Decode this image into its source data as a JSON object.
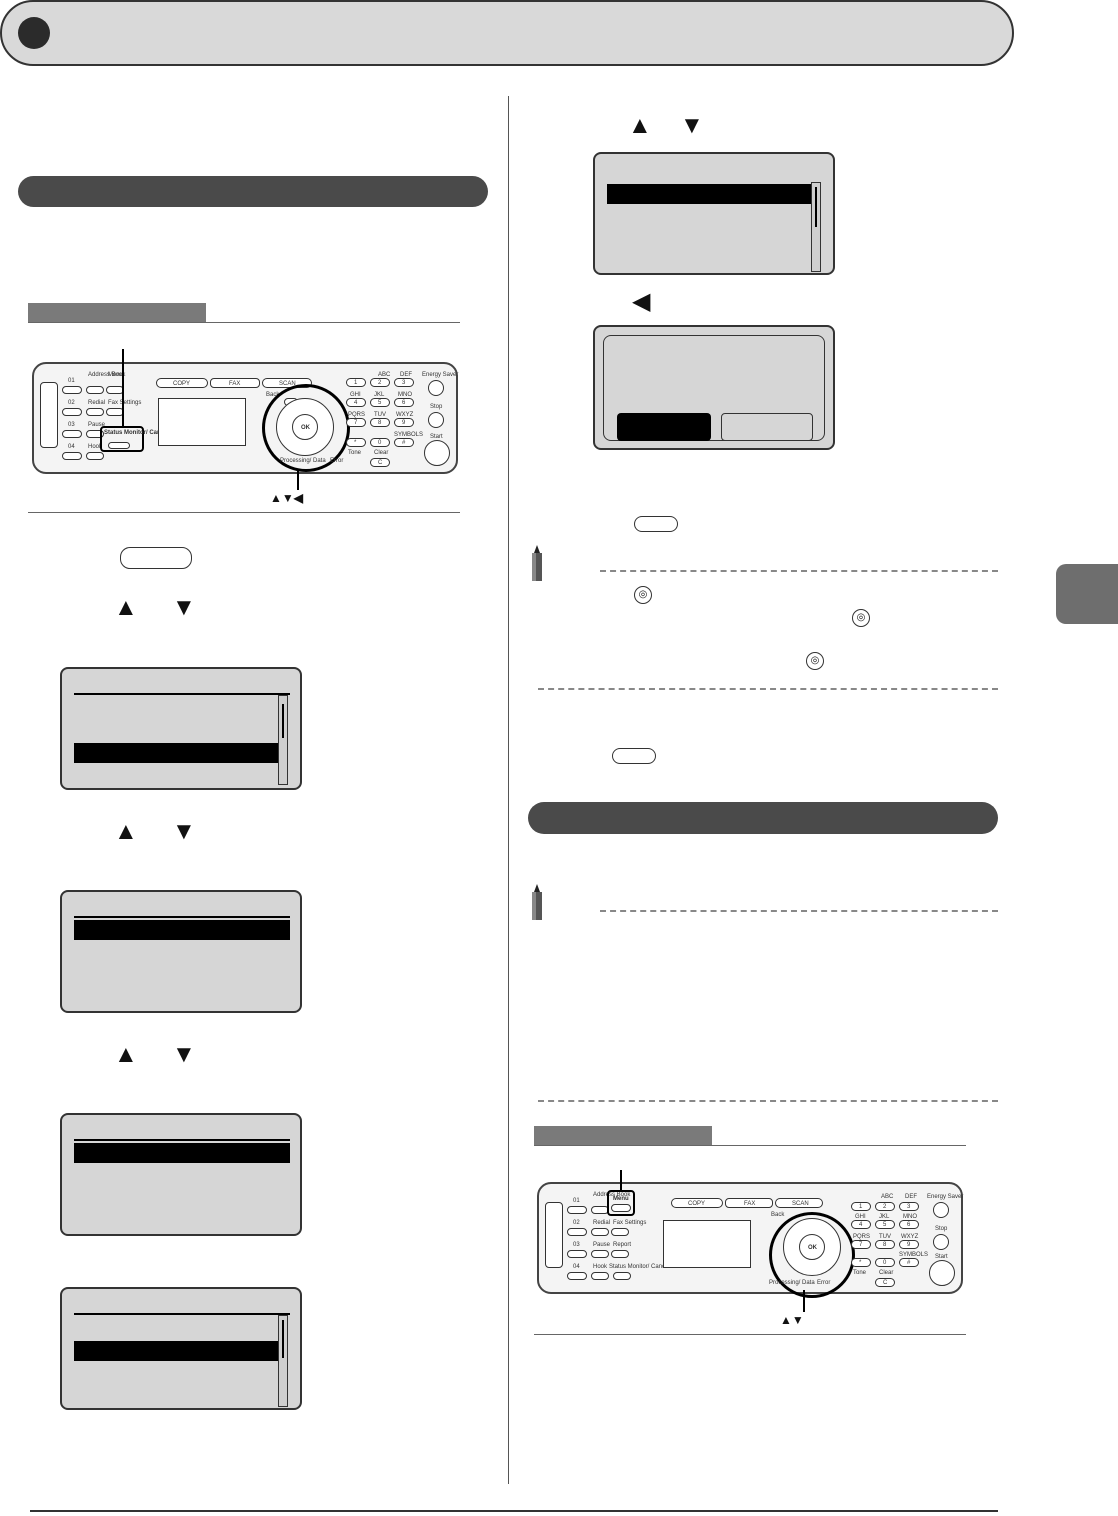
{
  "callouts": {
    "left_nav": "▲▼◀",
    "right_nav": "▲▼"
  },
  "panel": {
    "buttons": {
      "copy": "COPY",
      "fax": "FAX",
      "scan": "SCAN"
    },
    "one_touch": [
      "01",
      "02",
      "03",
      "04"
    ],
    "side_labels_left": [
      "Address Book",
      "Redial",
      "Pause",
      "Hook"
    ],
    "side_labels_left_b": [
      "Menu",
      "Fax Settings",
      "Report",
      "Status Monitor/ Cancel"
    ],
    "status_label": "Status Monitor/ Cancel",
    "menu_label": "Menu",
    "keypad": [
      "1",
      "2",
      "3",
      "4",
      "5",
      "6",
      "7",
      "8",
      "9",
      "*",
      "0",
      "#"
    ],
    "keypad_letters": [
      "ABC",
      "DEF",
      "GHI",
      "JKL",
      "MNO",
      "PQRS",
      "TUV",
      "WXYZ",
      "SYMBOLS"
    ],
    "tone": "Tone",
    "clear": "Clear",
    "clear_key": "C",
    "energy": "Energy Saver",
    "stop": "Stop",
    "start": "Start",
    "ok": "OK",
    "back": "Back",
    "processing": "Processing/ Data",
    "error": "Error"
  },
  "icons": {
    "arrows_symbol_up": "▲",
    "arrows_symbol_down": "▼",
    "arrows_symbol_left": "◀"
  }
}
